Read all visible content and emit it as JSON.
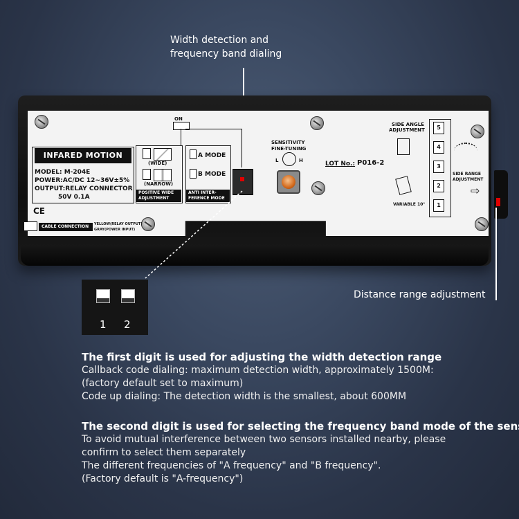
{
  "callouts": {
    "top_line1": "Width detection and",
    "top_line2": "frequency band dialing",
    "right": "Distance range adjustment"
  },
  "device": {
    "title": "INFARED MOTION",
    "model": "MODEL: M-204E",
    "power": "POWER:AC/DC 12~36V±5%",
    "output": "OUTPUT:RELAY CONNECTOR",
    "rating": "50V 0.1A",
    "ce": "CE",
    "wide": "(WIDE)",
    "narrow": "(NARROW)",
    "positive_wide_1": "POSITIVE WIDE",
    "positive_wide_2": "ADJUSTMENT",
    "a_mode": "A MODE",
    "b_mode": "B MODE",
    "anti_1": "ANTI INTER-",
    "anti_2": "FERENCE MODE",
    "on": "ON",
    "sensitivity_1": "SENSITIVITY",
    "sensitivity_2": "FINE-TUNING",
    "l": "L",
    "h": "H",
    "lot_label": "LOT No.:",
    "lot_value": "P016-2",
    "side_angle_1": "SIDE ANGLE",
    "side_angle_2": "ADJUSTMENT",
    "variable": "VARIABLE 10°",
    "side_range_1": "SIDE  RANGE",
    "side_range_2": "ADJUSTMENT",
    "range_numbers": [
      "5",
      "4",
      "3",
      "2",
      "1"
    ],
    "cable": "CABLE  CONNECTION",
    "yellow": "YELLOW(RELAY OUTPUT)",
    "gray": "GRAY(POWER INPUT)"
  },
  "dip_zoom": {
    "switch_1": "1",
    "switch_2": "2"
  },
  "description": {
    "heading1": "The first digit is used for adjusting the width detection range",
    "line1_1": "Callback code dialing: maximum detection width, approximately 1500M:",
    "line1_2": "(factory default set to maximum)",
    "line1_3": "Code up dialing: The detection width is the smallest, about 600MM",
    "heading2": "The second digit is used for selecting the frequency band mode of the sensor",
    "line2_1": "To avoid mutual interference between two sensors installed nearby, please",
    "line2_2": "confirm to select them separately",
    "line2_3": "The different frequencies of \"A frequency\" and \"B frequency\".",
    "line2_4": " (Factory default is \"A-frequency\")"
  }
}
